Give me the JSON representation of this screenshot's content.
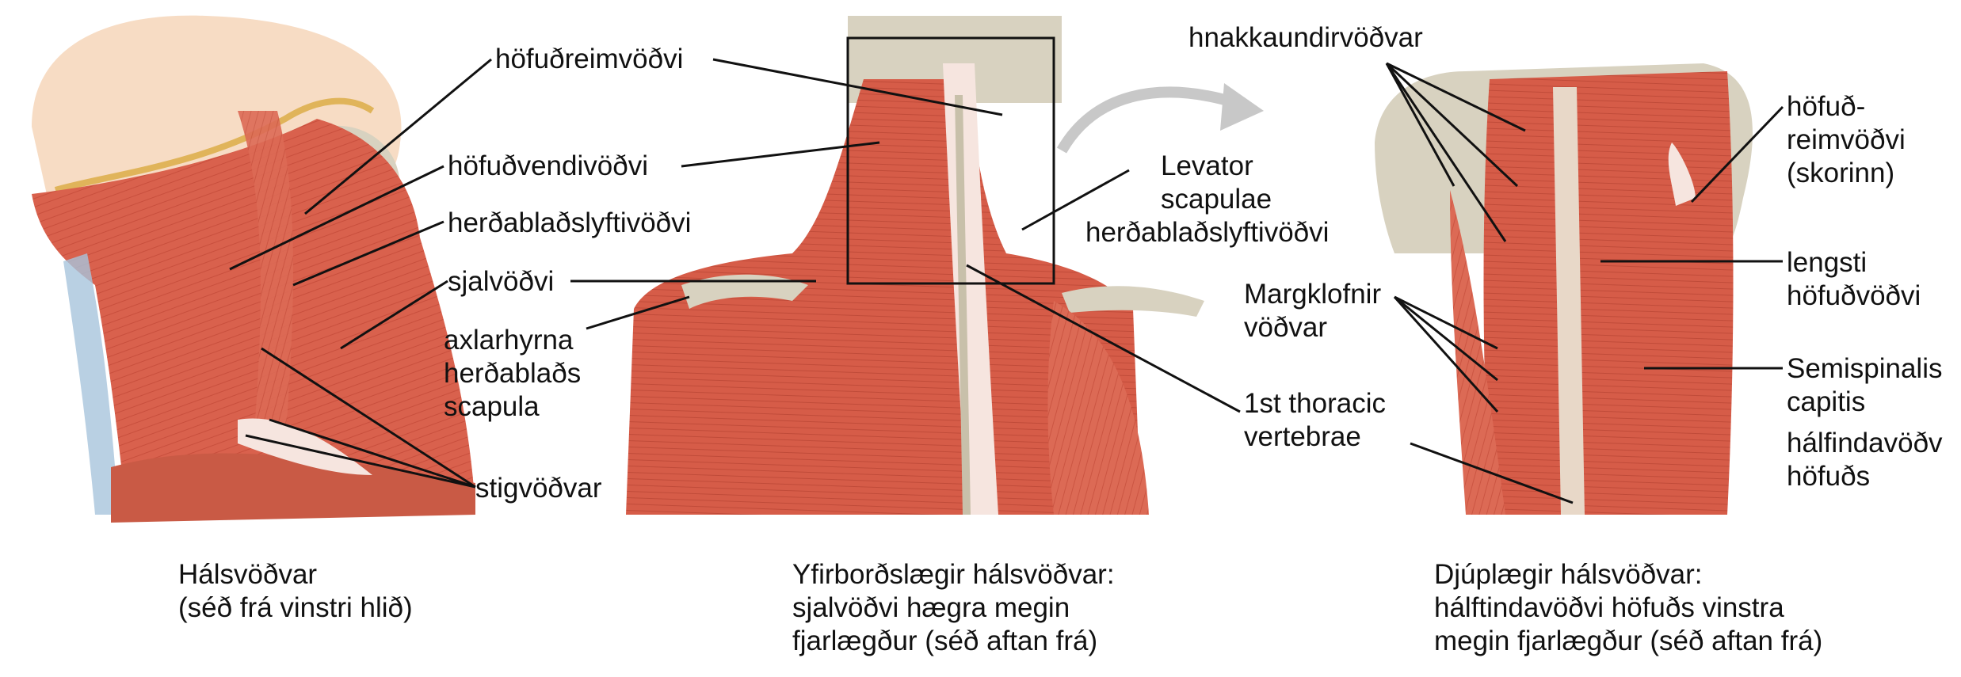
{
  "labels": {
    "head_splenius": "höfuðreimvöðvi",
    "head_rotator": "höfuðvendivöðvi",
    "levator_left": "herðablaðslyftivöðvi",
    "trapezius": "sjalvöðvi",
    "acromion": [
      "axlarhyrna",
      "herðablaðs",
      "scapula"
    ],
    "scalenes": "stigvöðvar",
    "levator_mid": [
      "Levator",
      "scapulae",
      "herðablaðslyftivöðvi"
    ],
    "thoracic": [
      "1st thoracic",
      "vertebrae"
    ],
    "suboccipital": "hnakkaundirvöðvar",
    "multifidus": [
      "Margklofnir",
      "vöðvar"
    ],
    "splenius_cut": [
      "höfuð-",
      "reimvöðvi",
      "(skorinn)"
    ],
    "longissimus": [
      "lengsti",
      "höfuðvöðvi"
    ],
    "semispinalis": [
      "Semispinalis",
      "capitis"
    ],
    "semispinalis_is": [
      "hálfindavöðv",
      "höfuðs"
    ]
  },
  "captions": {
    "left": [
      "Hálsvöðvar",
      "(séð frá vinstri hlið)"
    ],
    "middle": [
      "Yfirborðslægir hálsvöðvar:",
      "sjalvöðvi hægra megin",
      "fjarlægður (séð aftan frá)"
    ],
    "right": [
      "Djúplægir hálsvöðvar:",
      "hálftindavöðvi höfuðs vinstra",
      "megin fjarlægður (séð aftan frá)"
    ]
  },
  "colors": {
    "muscle": "#d9614d",
    "muscle_dark": "#b9402f",
    "tendon": "#f6e5df",
    "bone": "#d8d2c0",
    "skin": "#f7dcc4",
    "hair_outline": "#e0b45a",
    "arrow": "#c8c8c8",
    "leader": "#111111"
  }
}
